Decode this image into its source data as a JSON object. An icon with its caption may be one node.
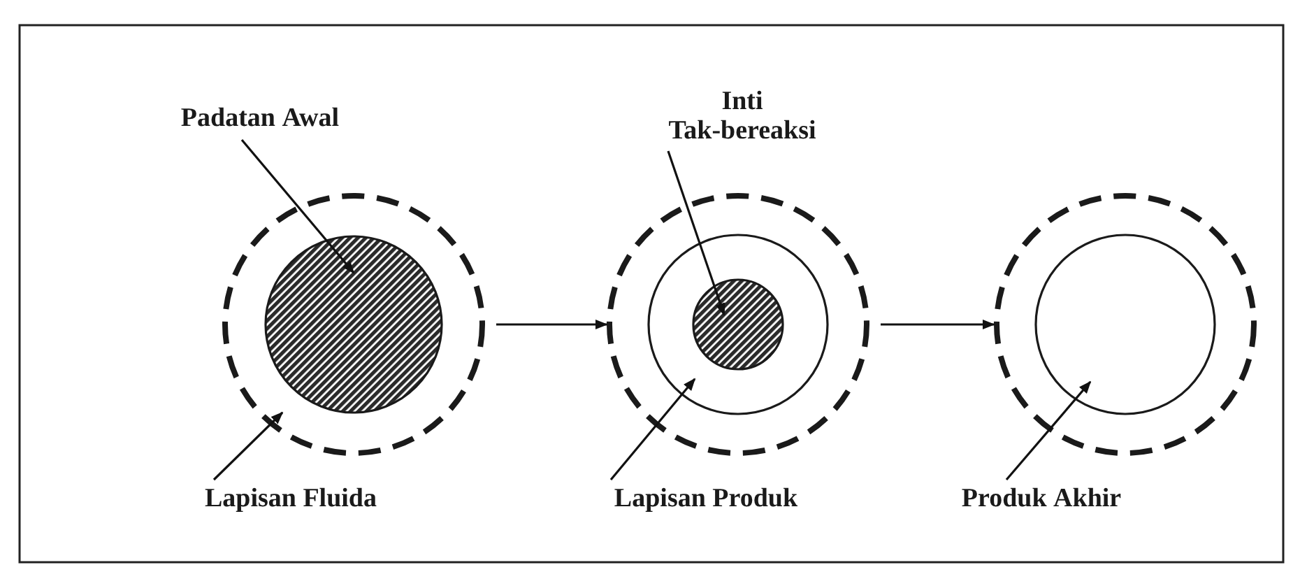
{
  "diagram": {
    "nodes": [
      {
        "text": [
          "Padatan Awal"
        ]
      },
      {
        "text": [],
        "shape": "circle"
      },
      {
        "text": [],
        "shape": "circle",
        "in": 1
      },
      {
        "text": [
          "Inti Tak-bereaksi"
        ]
      },
      {
        "text": [],
        "shape": "circle"
      },
      {
        "text": [],
        "shape": "circle",
        "in": 4
      },
      {
        "text": [],
        "shape": "circle",
        "in": 5
      },
      {
        "text": [],
        "shape": "circle"
      },
      {
        "text": [],
        "shape": "circle",
        "in": 7
      },
      {
        "text": [
          "Lapisan Fluida"
        ]
      },
      {
        "text": [
          "Lapisan Produk"
        ]
      },
      {
        "text": [
          "Produk Akhir"
        ]
      }
    ],
    "edges": [
      {
        "from": 0,
        "to": 2,
        "arrow": "to"
      },
      {
        "from": 3,
        "to": 6,
        "arrow": "to"
      },
      {
        "from": 9,
        "to": 1,
        "arrow": "to"
      },
      {
        "from": 10,
        "to": 5,
        "arrow": "to"
      },
      {
        "from": 11,
        "to": 8,
        "arrow": "to"
      },
      {
        "from": 1,
        "to": 4,
        "arrow": "to"
      },
      {
        "from": 4,
        "to": 7,
        "arrow": "to"
      }
    ]
  }
}
